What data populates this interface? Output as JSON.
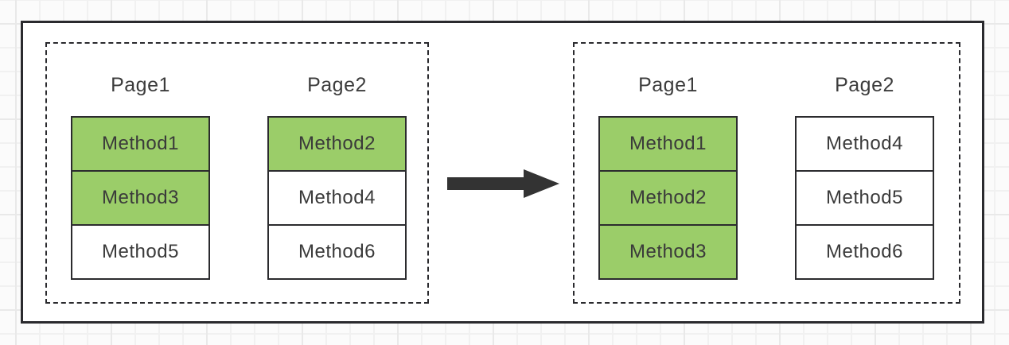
{
  "colors": {
    "highlight_green": "#9BCD69",
    "cell_white": "#FFFFFF",
    "stroke": "#2B2B2E",
    "arrow": "#333333"
  },
  "icons": {
    "transform_arrow": "→"
  },
  "panels": [
    {
      "name": "before",
      "pages": [
        {
          "title": "Page1",
          "methods": [
            {
              "label": "Method1",
              "fill": "#9BCD69"
            },
            {
              "label": "Method3",
              "fill": "#9BCD69"
            },
            {
              "label": "Method5",
              "fill": "#FFFFFF"
            }
          ]
        },
        {
          "title": "Page2",
          "methods": [
            {
              "label": "Method2",
              "fill": "#9BCD69"
            },
            {
              "label": "Method4",
              "fill": "#FFFFFF"
            },
            {
              "label": "Method6",
              "fill": "#FFFFFF"
            }
          ]
        }
      ]
    },
    {
      "name": "after",
      "pages": [
        {
          "title": "Page1",
          "methods": [
            {
              "label": "Method1",
              "fill": "#9BCD69"
            },
            {
              "label": "Method2",
              "fill": "#9BCD69"
            },
            {
              "label": "Method3",
              "fill": "#9BCD69"
            }
          ]
        },
        {
          "title": "Page2",
          "methods": [
            {
              "label": "Method4",
              "fill": "#FFFFFF"
            },
            {
              "label": "Method5",
              "fill": "#FFFFFF"
            },
            {
              "label": "Method6",
              "fill": "#FFFFFF"
            }
          ]
        }
      ]
    }
  ]
}
